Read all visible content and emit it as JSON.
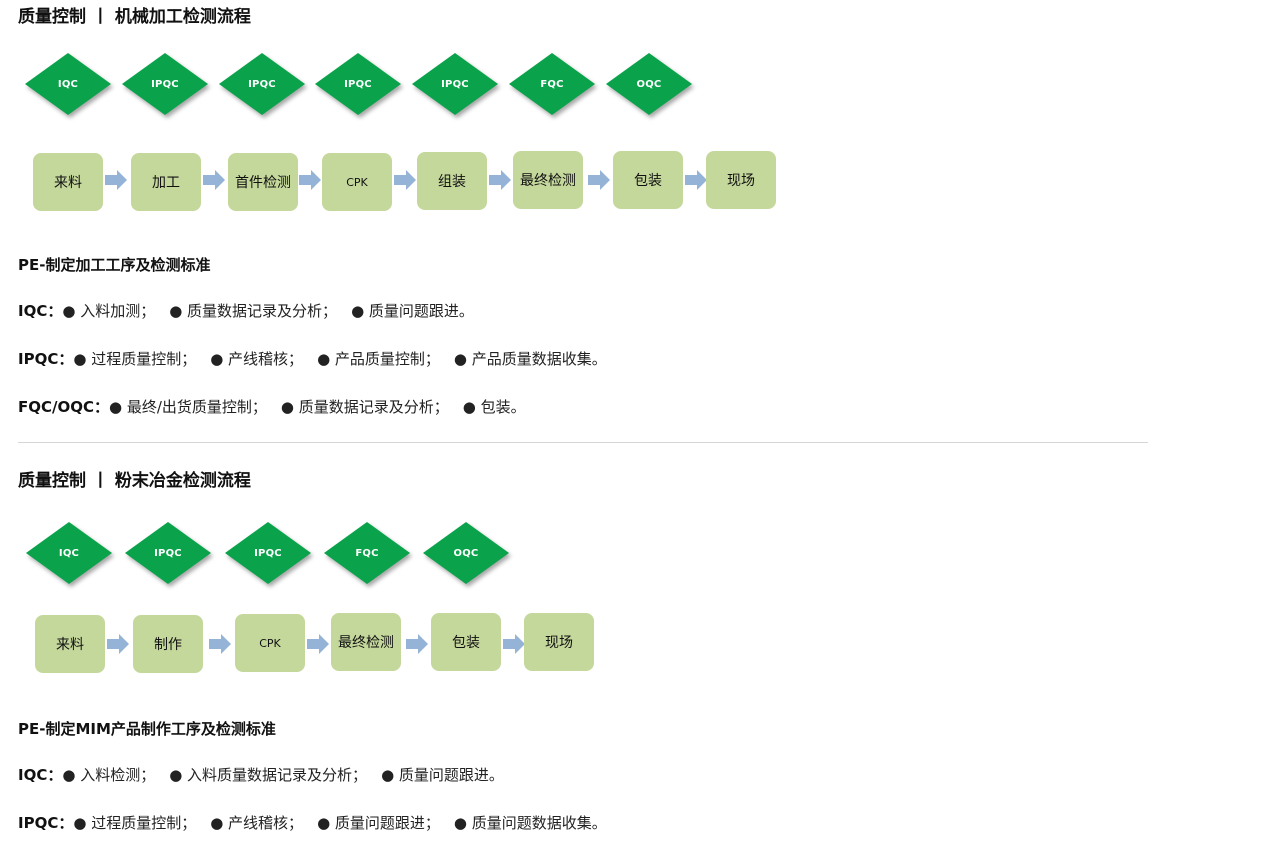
{
  "section1": {
    "title": "质量控制 丨 机械加工检测流程",
    "diamonds": [
      "IQC",
      "IPQC",
      "IPQC",
      "IPQC",
      "IPQC",
      "FQC",
      "OQC"
    ],
    "steps": [
      "来料",
      "加工",
      "首件检测",
      "CPK",
      "组装",
      "最终检测",
      "包装",
      "现场"
    ],
    "subtitle": "PE-制定加工工序及检测标准",
    "rows": [
      {
        "label": "IQC：",
        "items": [
          "● 入料加测；",
          "● 质量数据记录及分析；",
          "● 质量问题跟进。"
        ]
      },
      {
        "label": "IPQC：",
        "items": [
          "● 过程质量控制；",
          "● 产线稽核；",
          "● 产品质量控制；",
          "● 产品质量数据收集。"
        ]
      },
      {
        "label": "FQC/OQC：",
        "items": [
          "● 最终/出货质量控制；",
          "● 质量数据记录及分析；",
          "● 包装。"
        ]
      }
    ]
  },
  "section2": {
    "title": "质量控制 丨 粉末冶金检测流程",
    "diamonds": [
      "IQC",
      "IPQC",
      "IPQC",
      "FQC",
      "OQC"
    ],
    "steps": [
      "来料",
      "制作",
      "CPK",
      "最终检测",
      "包装",
      "现场"
    ],
    "subtitle": "PE-制定MIM产品制作工序及检测标准",
    "rows": [
      {
        "label": "IQC：",
        "items": [
          "● 入料检测；",
          "● 入料质量数据记录及分析；",
          "● 质量问题跟进。"
        ]
      },
      {
        "label": "IPQC：",
        "items": [
          "● 过程质量控制；",
          "● 产线稽核；",
          "● 质量问题跟进；",
          "● 质量问题数据收集。"
        ]
      }
    ]
  },
  "colors": {
    "diamond_fill": "#0aa24b",
    "step_fill": "#c5d89b",
    "arrow_fill": "#95b3d7"
  }
}
